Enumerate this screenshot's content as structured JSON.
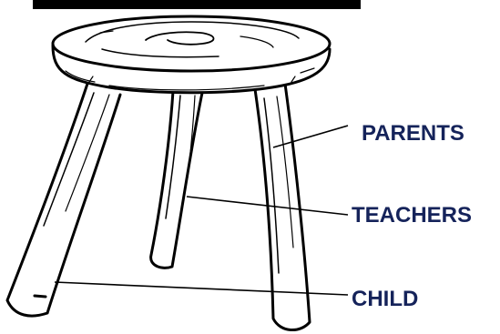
{
  "colors": {
    "label": "#15235a",
    "ink": "#000000",
    "background": "#ffffff"
  },
  "figure": {
    "subject": "three-legged-stool-illustration"
  },
  "labels": {
    "parents": "PARENTS",
    "teachers": "TEACHERS",
    "child": "CHILD"
  }
}
